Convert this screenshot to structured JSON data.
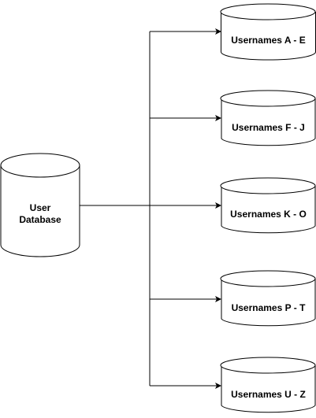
{
  "diagram": {
    "source": {
      "label": "User\nDatabase"
    },
    "shards": [
      {
        "label": "Usernames A - E"
      },
      {
        "label": "Usernames F - J"
      },
      {
        "label": "Usernames K - O"
      },
      {
        "label": "Usernames P - T"
      },
      {
        "label": "Usernames U - Z"
      }
    ]
  },
  "colors": {
    "stroke": "#000000",
    "fill": "#ffffff",
    "text": "#000000"
  }
}
